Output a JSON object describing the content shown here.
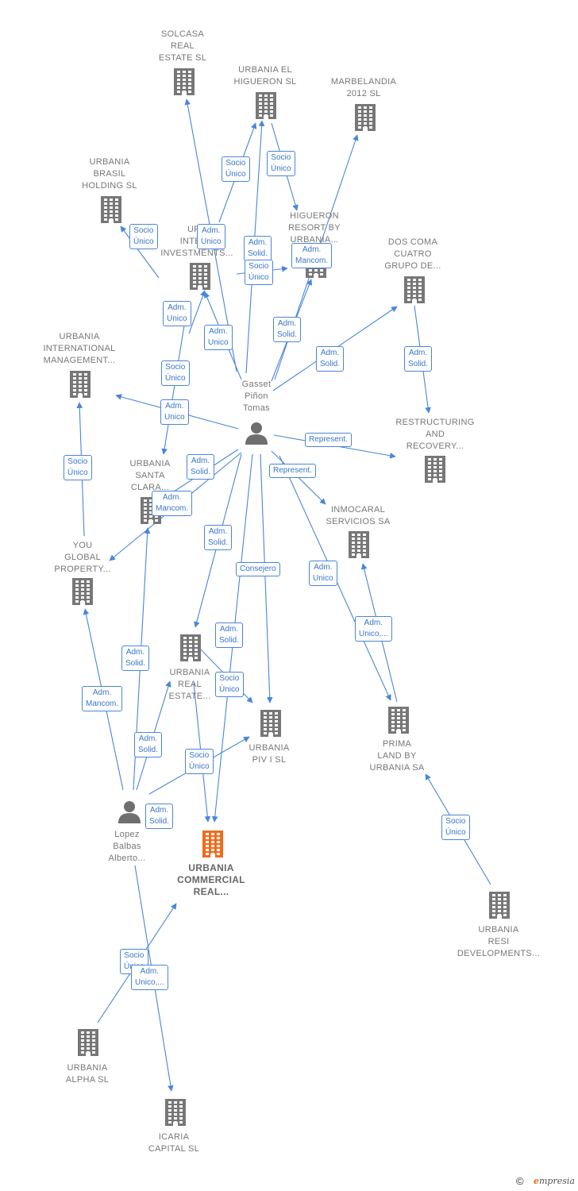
{
  "nodes": [
    {
      "id": "solcasa",
      "label": "SOLCASA\nREAL\nESTATE  SL",
      "type": "company"
    },
    {
      "id": "higueron_sl",
      "label": "URBANIA EL\nHIGUERON  SL",
      "type": "company"
    },
    {
      "id": "marbelandia",
      "label": "MARBELANDIA\n2012 SL",
      "type": "company"
    },
    {
      "id": "brasil",
      "label": "URBANIA\nBRASIL\nHOLDING  SL",
      "type": "company"
    },
    {
      "id": "int_invest",
      "label": "URB\nINTERN\nINVESTMENTS...",
      "type": "company"
    },
    {
      "id": "higueron_resort",
      "label": "HIGUERON\nRESORT BY\nURBANIA...",
      "type": "company"
    },
    {
      "id": "dos_coma",
      "label": "DOS COMA\nCUATRO\nGRUPO DE...",
      "type": "company"
    },
    {
      "id": "int_mgmt",
      "label": "URBANIA\nINTERNATIONAL\nMANAGEMENT...",
      "type": "company"
    },
    {
      "id": "gasset",
      "label": "Gasset\nPiñon\nTomas",
      "type": "person"
    },
    {
      "id": "restructuring",
      "label": "RESTRUCTURING\nAND\nRECOVERY...",
      "type": "company"
    },
    {
      "id": "santa_clara",
      "label": "URBANIA\nSANTA\nCLARA...",
      "type": "company"
    },
    {
      "id": "inmocaral",
      "label": "INMOCARAL\nSERVICIOS SA",
      "type": "company"
    },
    {
      "id": "you_global",
      "label": "YOU\nGLOBAL\nPROPERTY...",
      "type": "company"
    },
    {
      "id": "real_estate",
      "label": "URBANIA\nREAL\nESTATE...",
      "type": "company"
    },
    {
      "id": "piv",
      "label": "URBANIA\nPIV I  SL",
      "type": "company"
    },
    {
      "id": "prima",
      "label": "PRIMA\nLAND BY\nURBANIA SA",
      "type": "company"
    },
    {
      "id": "lopez",
      "label": "Lopez\nBalbas\nAlberto...",
      "type": "person"
    },
    {
      "id": "commercial",
      "label": "URBANIA\nCOMMERCIAL\nREAL...",
      "type": "focus"
    },
    {
      "id": "resi",
      "label": "URBANIA\nRESI\nDEVELOPMENTS...",
      "type": "company"
    },
    {
      "id": "alpha",
      "label": "URBANIA\nALPHA  SL",
      "type": "company"
    },
    {
      "id": "icaria",
      "label": "ICARIA\nCAPITAL SL",
      "type": "company"
    }
  ],
  "edges": [
    {
      "id": "e1",
      "label": "Socio\nÚnico"
    },
    {
      "id": "e2",
      "label": "Socio\nÚnico"
    },
    {
      "id": "e3",
      "label": "Socio\nÚnico"
    },
    {
      "id": "e4",
      "label": "Adm.\nUnico"
    },
    {
      "id": "e5",
      "label": "Adm.\nSolid."
    },
    {
      "id": "e6",
      "label": "Socio\nÚnico"
    },
    {
      "id": "e7",
      "label": "Adm.\nMancom."
    },
    {
      "id": "e8",
      "label": "Adm.\nUnico"
    },
    {
      "id": "e9",
      "label": "Adm.\nUnico"
    },
    {
      "id": "e10",
      "label": "Adm.\nSolid."
    },
    {
      "id": "e11",
      "label": "Adm.\nSolid."
    },
    {
      "id": "e12",
      "label": "Adm.\nSolid."
    },
    {
      "id": "e13",
      "label": "Socio\nÚnico"
    },
    {
      "id": "e14",
      "label": "Adm.\nUnico"
    },
    {
      "id": "e15",
      "label": "Represent."
    },
    {
      "id": "e16",
      "label": "Adm.\nSolid."
    },
    {
      "id": "e17",
      "label": "Represent."
    },
    {
      "id": "e18",
      "label": "Socio\nÚnico"
    },
    {
      "id": "e19",
      "label": "Adm.\nMancom."
    },
    {
      "id": "e20",
      "label": "Adm.\nSolid."
    },
    {
      "id": "e21",
      "label": "Consejero"
    },
    {
      "id": "e22",
      "label": "Adm.\nUnico"
    },
    {
      "id": "e23",
      "label": "Adm.\nUnico,..."
    },
    {
      "id": "e24",
      "label": "Adm.\nSolid."
    },
    {
      "id": "e25",
      "label": "Adm.\nSolid."
    },
    {
      "id": "e26",
      "label": "Socio\nÚnico"
    },
    {
      "id": "e27",
      "label": "Adm.\nMancom."
    },
    {
      "id": "e28",
      "label": "Adm.\nSolid."
    },
    {
      "id": "e29",
      "label": "Socio\nÚnico"
    },
    {
      "id": "e30",
      "label": "Adm.\nSolid."
    },
    {
      "id": "e31",
      "label": "Socio\nÚnico"
    },
    {
      "id": "e32",
      "label": "Adm.\nUnico,..."
    },
    {
      "id": "e33",
      "label": "Socio\nÚnico"
    }
  ],
  "colors": {
    "edge": "#4a86d8",
    "company": "#777777",
    "focus": "#f26a1b",
    "person": "#6f6f6f"
  },
  "footer": {
    "copyright": "©",
    "brand_first": "e",
    "brand_rest": "mpresia"
  }
}
